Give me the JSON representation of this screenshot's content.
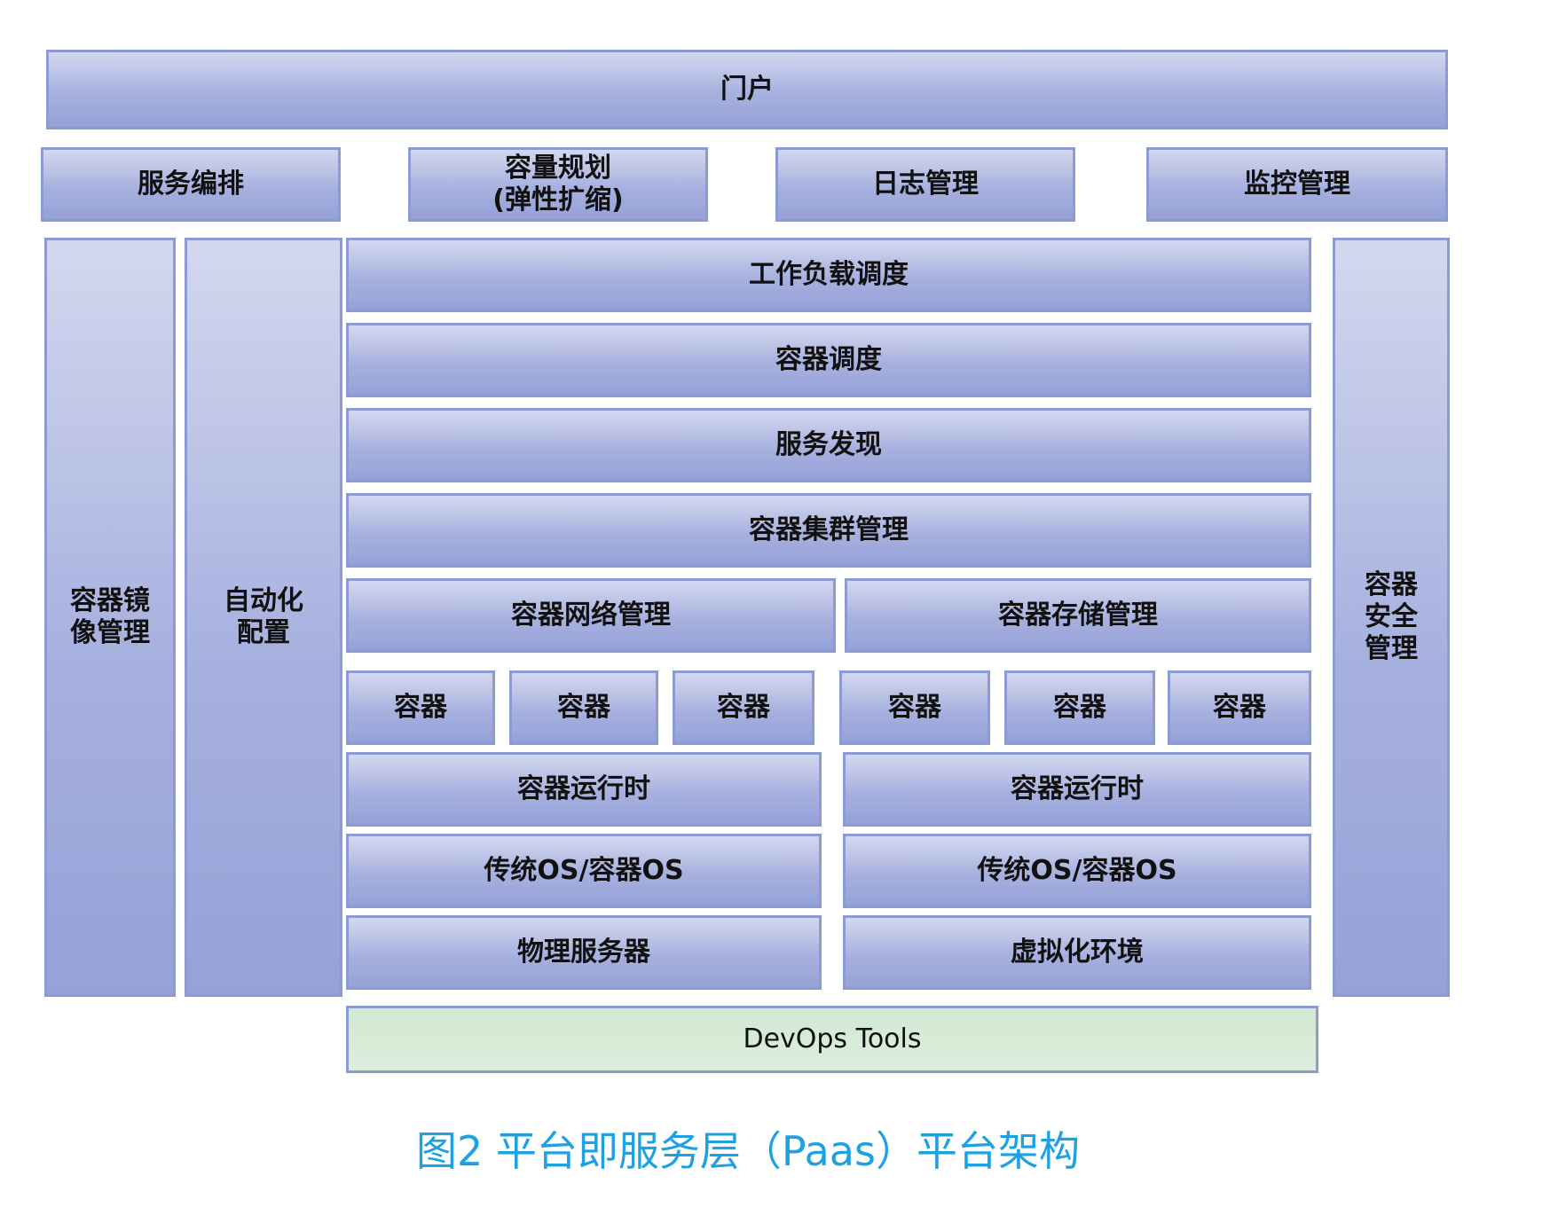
{
  "portal": "门户",
  "top_row": {
    "orchestration": "服务编排",
    "capacity_line1": "容量规划",
    "capacity_line2": "(弹性扩缩)",
    "logging": "日志管理",
    "monitoring": "监控管理"
  },
  "left_columns": {
    "image_mgmt_line1": "容器镜",
    "image_mgmt_line2": "像管理",
    "auto_config_line1": "自动化",
    "auto_config_line2": "配置"
  },
  "right_column": {
    "security_line1": "容器",
    "security_line2": "安全",
    "security_line3": "管理"
  },
  "center_stack": {
    "workload_scheduling": "工作负载调度",
    "container_scheduling": "容器调度",
    "service_discovery": "服务发现",
    "cluster_mgmt": "容器集群管理",
    "network_mgmt": "容器网络管理",
    "storage_mgmt": "容器存储管理"
  },
  "containers": [
    "容器",
    "容器",
    "容器",
    "容器",
    "容器",
    "容器"
  ],
  "left_host": {
    "runtime": "容器运行时",
    "os": "传统OS/容器OS",
    "infra": "物理服务器"
  },
  "right_host": {
    "runtime": "容器运行时",
    "os": "传统OS/容器OS",
    "infra": "虚拟化环境"
  },
  "devops": "DevOps Tools",
  "caption": "图2  平台即服务层（Paas）平台架构",
  "colors": {
    "box_border": "#8d9bd4",
    "box_top": "#d3d8ee",
    "box_bottom": "#95a1d8",
    "devops_fill": "#d2e9d2",
    "caption": "#1da1e2"
  }
}
